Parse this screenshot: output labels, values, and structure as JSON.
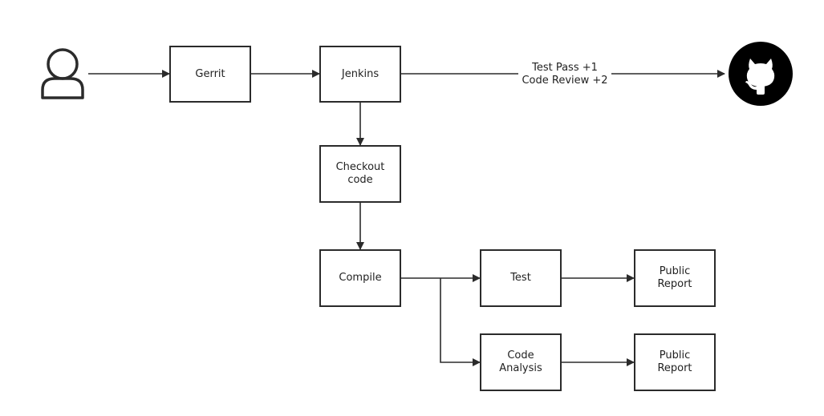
{
  "diagram": {
    "nodes": {
      "gerrit": "Gerrit",
      "jenkins": "Jenkins",
      "checkout": "Checkout\ncode",
      "compile": "Compile",
      "test": "Test",
      "code_analysis": "Code\nAnalysis",
      "report_test": "Public\nReport",
      "report_analysis": "Public\nReport"
    },
    "edge_label": "Test Pass +1\nCode Review +2",
    "icons": {
      "user": "user-icon",
      "github": "github-icon"
    },
    "colors": {
      "stroke": "#2b2b2b",
      "github_bg": "#000000"
    }
  }
}
